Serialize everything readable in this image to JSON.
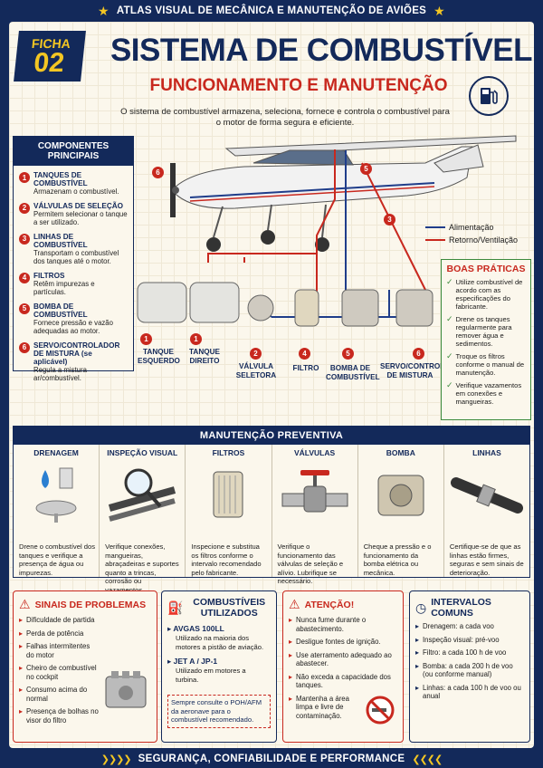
{
  "header": {
    "top": "ATLAS VISUAL DE MECÂNICA E MANUTENÇÃO DE AVIÕES",
    "bottom": "SEGURANÇA, CONFIABILIDADE E PERFORMANCE"
  },
  "ficha": {
    "label": "FICHA",
    "number": "02"
  },
  "title": "SISTEMA DE COMBUSTÍVEL",
  "subtitle": "FUNCIONAMENTO E MANUTENÇÃO",
  "intro": "O sistema de combustível armazena, seleciona, fornece e controla o combustível para o motor de forma segura e eficiente.",
  "components": {
    "heading": "COMPONENTES PRINCIPAIS",
    "items": [
      {
        "n": "1",
        "title": "TANQUES DE COMBUSTÍVEL",
        "desc": "Armazenam o combustível."
      },
      {
        "n": "2",
        "title": "VÁLVULAS DE SELEÇÃO",
        "desc": "Permitem selecionar o tanque a ser utilizado."
      },
      {
        "n": "3",
        "title": "LINHAS DE COMBUSTÍVEL",
        "desc": "Transportam o combustível dos tanques até o motor."
      },
      {
        "n": "4",
        "title": "FILTROS",
        "desc": "Retêm impurezas e partículas."
      },
      {
        "n": "5",
        "title": "BOMBA DE COMBUSTÍVEL",
        "desc": "Fornece pressão e vazão adequadas ao motor."
      },
      {
        "n": "6",
        "title": "SERVO/CONTROLADOR DE MISTURA (se aplicável)",
        "desc": "Regula a mistura ar/combustível."
      }
    ]
  },
  "diagram": {
    "legend": {
      "feed": "Alimentação",
      "return": "Retorno/Ventilação",
      "feed_color": "#1f3d8a",
      "return_color": "#c8281e"
    },
    "labels": {
      "tank_left": "TANQUE ESQUERDO",
      "tank_right": "TANQUE DIREITO",
      "valve": "VÁLVULA SELETORA",
      "filter": "FILTRO",
      "pump": "BOMBA DE COMBUSTÍVEL",
      "servo": "SERVO/CONTROLE DE MISTURA"
    },
    "numbers": [
      "1",
      "1",
      "2",
      "4",
      "5",
      "6",
      "3",
      "5",
      "6"
    ]
  },
  "boas": {
    "heading": "BOAS PRÁTICAS",
    "items": [
      "Utilize combustível de acordo com as especificações do fabricante.",
      "Drene os tanques regularmente para remover água e sedimentos.",
      "Troque os filtros conforme o manual de manutenção.",
      "Verifique vazamentos em conexões e mangueiras."
    ]
  },
  "manut": {
    "heading": "MANUTENÇÃO PREVENTIVA",
    "cols": [
      {
        "title": "DRENAGEM",
        "desc": "Drene o combustível dos tanques e verifique a presença de água ou impurezas."
      },
      {
        "title": "INSPEÇÃO VISUAL",
        "desc": "Verifique conexões, mangueiras, abraçadeiras e suportes quanto a trincas, corrosão ou vazamentos."
      },
      {
        "title": "FILTROS",
        "desc": "Inspecione e substitua os filtros conforme o intervalo recomendado pelo fabricante."
      },
      {
        "title": "VÁLVULAS",
        "desc": "Verifique o funcionamento das válvulas de seleção e alívio. Lubrifique se necessário."
      },
      {
        "title": "BOMBA",
        "desc": "Cheque a pressão e o funcionamento da bomba elétrica ou mecânica."
      },
      {
        "title": "LINHAS",
        "desc": "Certifique-se de que as linhas estão firmes, seguras e sem sinais de deterioração."
      }
    ]
  },
  "sinais": {
    "heading": "SINAIS DE PROBLEMAS",
    "items": [
      "Dificuldade de partida",
      "Perda de potência",
      "Falhas intermitentes do motor",
      "Cheiro de combustível no cockpit",
      "Consumo acima do normal",
      "Presença de bolhas no visor do filtro"
    ]
  },
  "comb": {
    "heading": "COMBUSTÍVEIS UTILIZADOS",
    "fuels": [
      {
        "name": "AVGAS 100LL",
        "desc": "Utilizado na maioria dos motores a pistão de aviação."
      },
      {
        "name": "JET A / JP-1",
        "desc": "Utilizado em motores a turbina."
      }
    ],
    "note": "Sempre consulte o POH/AFM da aeronave para o combustível recomendado."
  },
  "aten": {
    "heading": "ATENÇÃO!",
    "items": [
      "Nunca fume durante o abastecimento.",
      "Desligue fontes de ignição.",
      "Use aterramento adequado ao abastecer.",
      "Não exceda a capacidade dos tanques.",
      "Mantenha a área limpa e livre de contaminação."
    ]
  },
  "inter": {
    "heading": "INTERVALOS COMUNS",
    "items": [
      "Drenagem: a cada voo",
      "Inspeção visual: pré-voo",
      "Filtro: a cada 100 h de voo",
      "Bomba: a cada 200 h de voo (ou conforme manual)",
      "Linhas: a cada 100 h de voo ou anual"
    ]
  }
}
